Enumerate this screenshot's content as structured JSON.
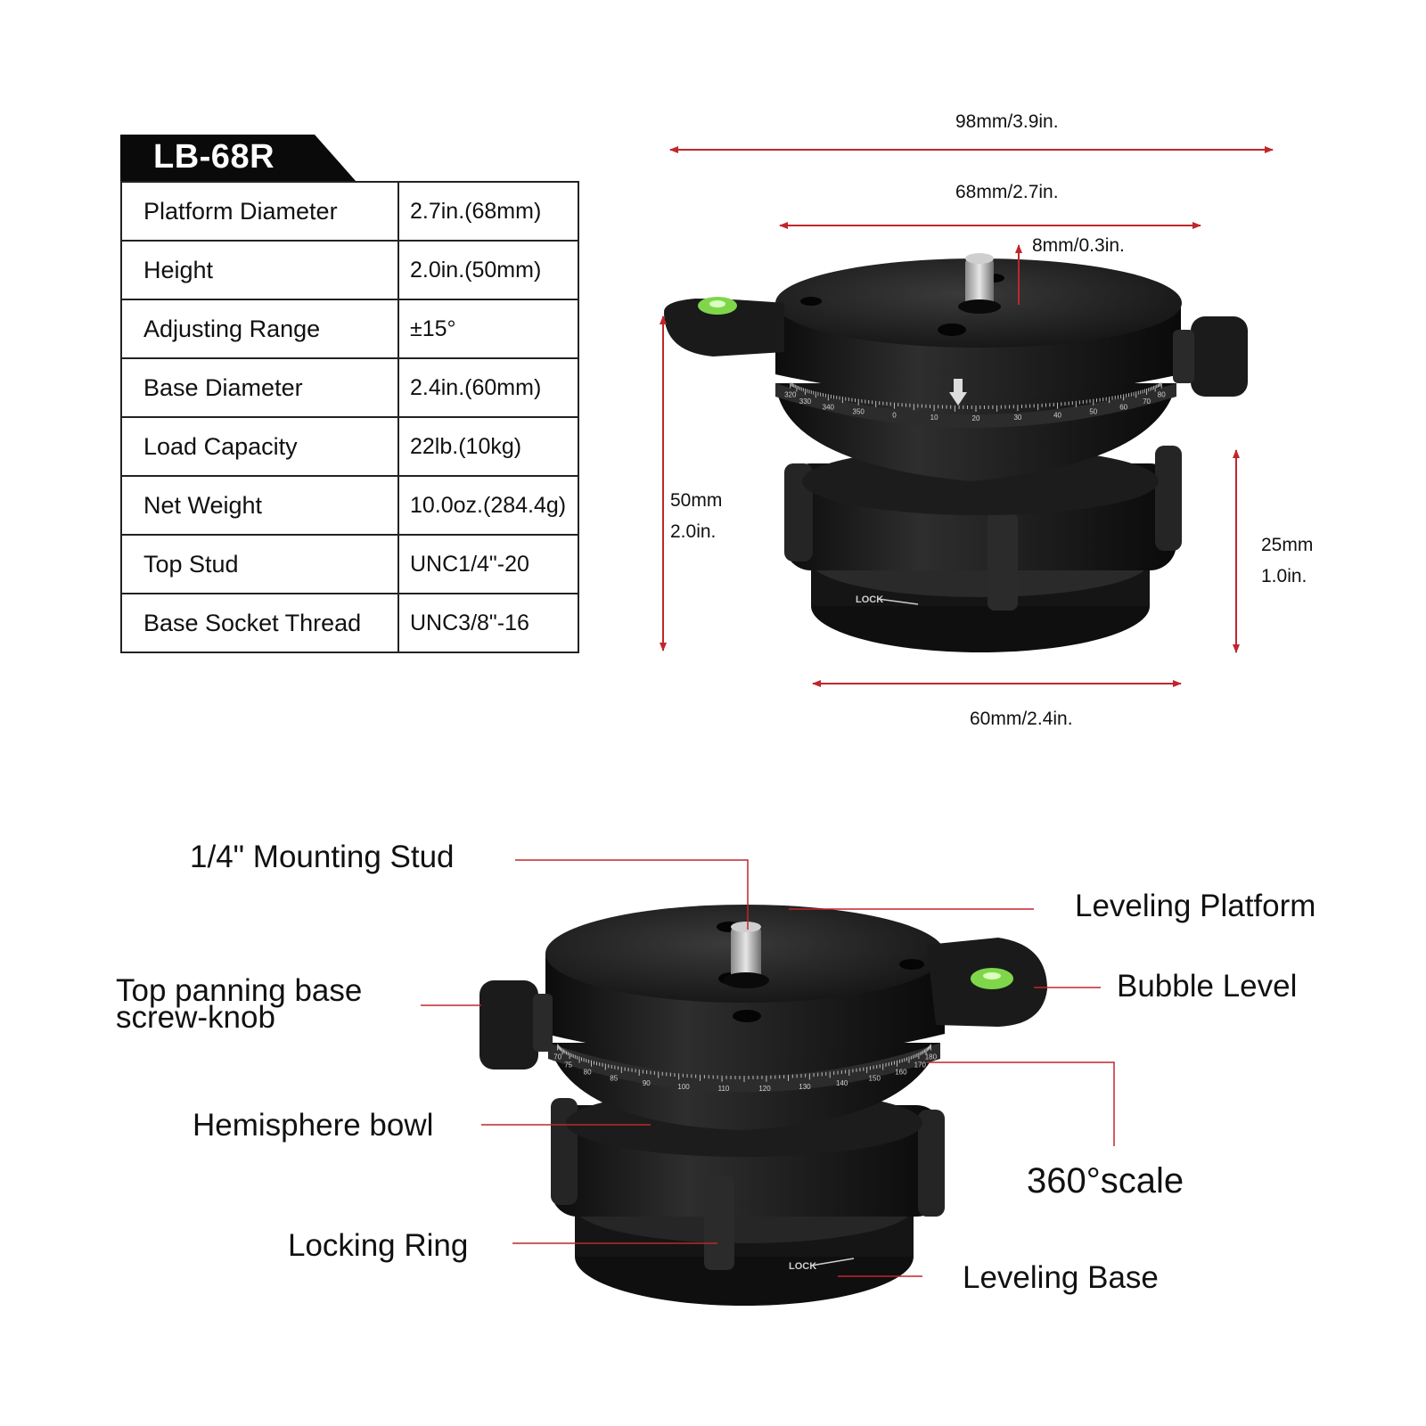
{
  "model": "LB-68R",
  "specs": [
    {
      "key": "Platform Diameter",
      "value": "2.7in.(68mm)"
    },
    {
      "key": "Height",
      "value": "2.0in.(50mm)"
    },
    {
      "key": "Adjusting Range",
      "value": "±15°"
    },
    {
      "key": "Base Diameter",
      "value": "2.4in.(60mm)"
    },
    {
      "key": "Load Capacity",
      "value": "22lb.(10kg)"
    },
    {
      "key": "Net Weight",
      "value": "10.0oz.(284.4g)"
    },
    {
      "key": "Top Stud",
      "value": "UNC1/4\"-20"
    },
    {
      "key": "Base Socket Thread",
      "value": "UNC3/8\"-16"
    }
  ],
  "dimensions": {
    "overall_width": "98mm/3.9in.",
    "platform_width": "68mm/2.7in.",
    "stud_height": "8mm/0.3in.",
    "height_mm": "50mm",
    "height_in": "2.0in.",
    "base_height_mm": "25mm",
    "base_height_in": "1.0in.",
    "base_width": "60mm/2.4in."
  },
  "scale_marks_top": [
    "320",
    "330",
    "340",
    "350",
    "0",
    "10",
    "20",
    "30",
    "40",
    "50",
    "60",
    "70",
    "80"
  ],
  "scale_marks_bottom": [
    "70",
    "75",
    "80",
    "85",
    "90",
    "100",
    "110",
    "120",
    "130",
    "140",
    "150",
    "160",
    "170",
    "180"
  ],
  "lock_text": "LOCK",
  "callouts": {
    "mounting_stud": "1/4\" Mounting Stud",
    "leveling_platform": "Leveling Platform",
    "bubble_level": "Bubble Level",
    "panning_knob_line1": "Top panning base",
    "panning_knob_line2": "screw-knob",
    "hemisphere_bowl": "Hemisphere bowl",
    "scale_360": "360°scale",
    "locking_ring": "Locking Ring",
    "leveling_base": "Leveling Base"
  },
  "colors": {
    "dimension_line": "#c0262c",
    "body": "#1e1e1e",
    "bubble": "#7fd64a"
  }
}
